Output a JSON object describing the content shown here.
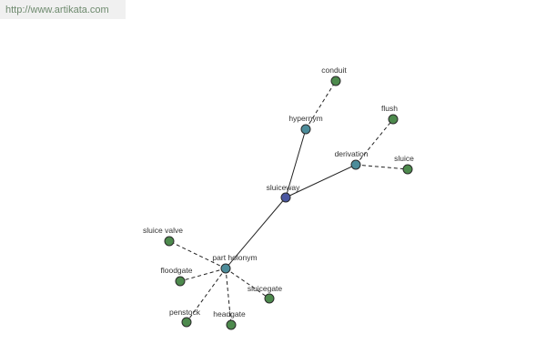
{
  "header": {
    "url_text": "http://www.artikata.com"
  },
  "colors": {
    "center": "#4a56a0",
    "relation": "#4c8c9a",
    "leaf": "#4d8a4d",
    "url_bg": "#f0f0f0",
    "url_text": "#6e8a6e"
  },
  "graph": {
    "nodes": [
      {
        "id": "sluiceway",
        "label": "sluiceway",
        "kind": "center"
      },
      {
        "id": "hypernym",
        "label": "hypernym",
        "kind": "relation"
      },
      {
        "id": "derivation",
        "label": "derivation",
        "kind": "relation"
      },
      {
        "id": "part_holonym",
        "label": "part holonym",
        "kind": "relation"
      },
      {
        "id": "conduit",
        "label": "conduit",
        "kind": "leaf"
      },
      {
        "id": "flush",
        "label": "flush",
        "kind": "leaf"
      },
      {
        "id": "sluice",
        "label": "sluice",
        "kind": "leaf"
      },
      {
        "id": "sluice_valve",
        "label": "sluice valve",
        "kind": "leaf"
      },
      {
        "id": "floodgate",
        "label": "floodgate",
        "kind": "leaf"
      },
      {
        "id": "sluicegate",
        "label": "sluicegate",
        "kind": "leaf"
      },
      {
        "id": "penstock",
        "label": "penstock",
        "kind": "leaf"
      },
      {
        "id": "headgate",
        "label": "headgate",
        "kind": "leaf"
      }
    ],
    "edges": [
      {
        "from": "sluiceway",
        "to": "hypernym",
        "style": "solid"
      },
      {
        "from": "sluiceway",
        "to": "derivation",
        "style": "solid"
      },
      {
        "from": "sluiceway",
        "to": "part_holonym",
        "style": "solid"
      },
      {
        "from": "hypernym",
        "to": "conduit",
        "style": "dashed"
      },
      {
        "from": "derivation",
        "to": "flush",
        "style": "dashed"
      },
      {
        "from": "derivation",
        "to": "sluice",
        "style": "dashed"
      },
      {
        "from": "part_holonym",
        "to": "sluice_valve",
        "style": "dashed"
      },
      {
        "from": "part_holonym",
        "to": "floodgate",
        "style": "dashed"
      },
      {
        "from": "part_holonym",
        "to": "sluicegate",
        "style": "dashed"
      },
      {
        "from": "part_holonym",
        "to": "penstock",
        "style": "dashed"
      },
      {
        "from": "part_holonym",
        "to": "headgate",
        "style": "dashed"
      }
    ]
  }
}
